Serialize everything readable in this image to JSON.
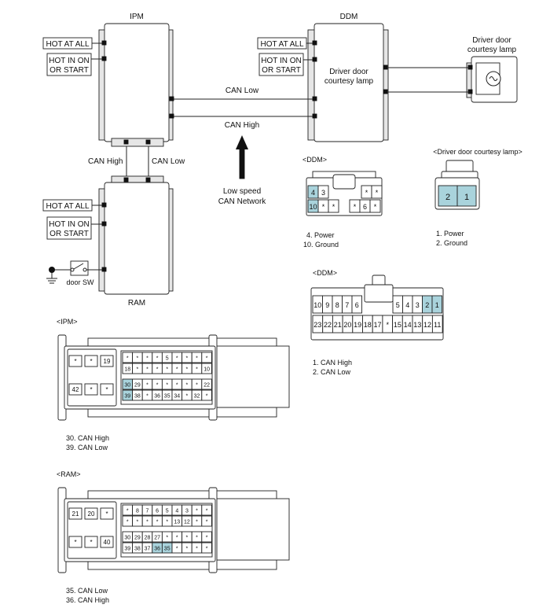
{
  "modules": {
    "ipm": "IPM",
    "ddm": "DDM",
    "ram": "RAM",
    "lamp_title": [
      "Driver door",
      "courtesy lamp"
    ],
    "ddm_inner": [
      "Driver door",
      "courtesy lamp"
    ]
  },
  "power_labels": {
    "hot_at_all": "HOT AT ALL",
    "hot_in_on": [
      "HOT IN ON",
      "OR START"
    ]
  },
  "bus": {
    "can_low": "CAN Low",
    "can_high": "CAN High",
    "network": [
      "Low speed",
      "CAN Network"
    ]
  },
  "door_switch": "door SW",
  "connectors": {
    "ddm_small": {
      "title": "<DDM>",
      "top_row": [
        "4",
        "3",
        "",
        "*",
        "*"
      ],
      "bottom_row": [
        "10",
        "*",
        "*",
        "*",
        "6",
        "*"
      ],
      "highlight": [
        "4",
        "10"
      ],
      "notes": [
        "4. Power",
        "10. Ground"
      ]
    },
    "lamp": {
      "title": "<Driver door courtesy lamp>",
      "pins": [
        "2",
        "1"
      ],
      "notes": [
        "1. Power",
        "2. Ground"
      ]
    },
    "ddm_large": {
      "title": "<DDM>",
      "top_row_left": [
        "10",
        "9",
        "8",
        "7",
        "6"
      ],
      "top_row_right": [
        "5",
        "4",
        "3",
        "2",
        "1"
      ],
      "bottom_row": [
        "23",
        "22",
        "21",
        "20",
        "19",
        "18",
        "17",
        "*",
        "15",
        "14",
        "13",
        "12",
        "11"
      ],
      "highlight": [
        "2",
        "1"
      ],
      "notes": [
        "1. CAN High",
        "2. CAN Low"
      ]
    },
    "ipm": {
      "title": "<IPM>",
      "left_top": [
        "*",
        "*",
        "19"
      ],
      "left_bottom": [
        "42",
        "*",
        "*"
      ],
      "rows": [
        [
          "*",
          "*",
          "*",
          "*",
          "5",
          "*",
          "*",
          "*",
          "*"
        ],
        [
          "18",
          "*",
          "*",
          "*",
          "*",
          "*",
          "*",
          "*",
          "10"
        ],
        [
          "30",
          "29",
          "*",
          "*",
          "*",
          "*",
          "*",
          "*",
          "22"
        ],
        [
          "39",
          "38",
          "*",
          "36",
          "35",
          "34",
          "*",
          "32",
          "*"
        ]
      ],
      "highlight": [
        "30",
        "39"
      ],
      "notes": [
        "30. CAN High",
        "39. CAN Low"
      ]
    },
    "ram": {
      "title": "<RAM>",
      "left_top": [
        "21",
        "20",
        "*"
      ],
      "left_bottom": [
        "*",
        "*",
        "40"
      ],
      "rows": [
        [
          "*",
          "8",
          "7",
          "6",
          "5",
          "4",
          "3",
          "*",
          "*"
        ],
        [
          "*",
          "*",
          "*",
          "*",
          "*",
          "13",
          "12",
          "*",
          "*"
        ],
        [
          "30",
          "29",
          "28",
          "27",
          "*",
          "*",
          "*",
          "*",
          "*"
        ],
        [
          "39",
          "38",
          "37",
          "36",
          "35",
          "*",
          "*",
          "*",
          "*"
        ]
      ],
      "highlight": [
        "36",
        "35"
      ],
      "notes": [
        "35. CAN Low",
        "36. CAN High"
      ]
    }
  },
  "colors": {
    "highlight": "#a9d3dc",
    "line": "#222222",
    "shadow": "#e6e6e6"
  }
}
